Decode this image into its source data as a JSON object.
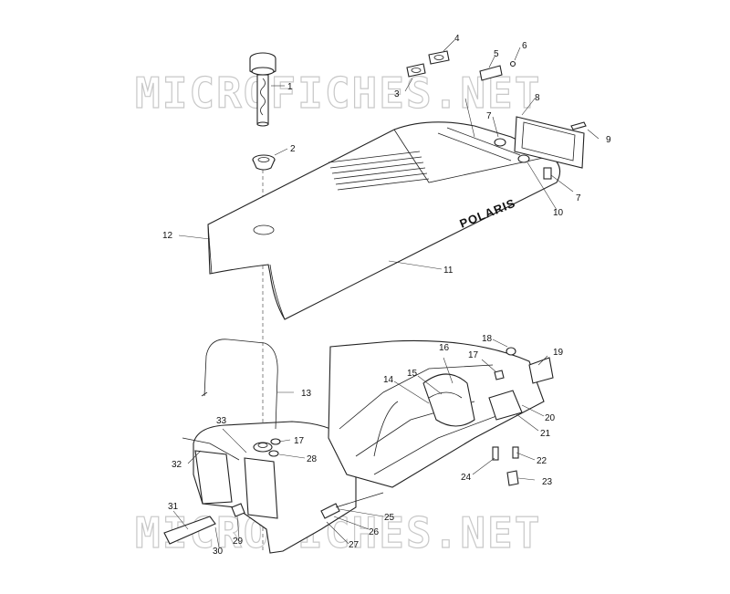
{
  "watermark": {
    "text": "MICROFICHES.NET"
  },
  "brand_label": "POLARIS",
  "callouts": {
    "c1": "1",
    "c2": "2",
    "c3": "3",
    "c4": "4",
    "c5": "5",
    "c6": "6",
    "c7a": "7",
    "c7b": "7",
    "c8": "8",
    "c9": "9",
    "c10": "10",
    "c11": "11",
    "c12": "12",
    "c13": "13",
    "c14": "14",
    "c15": "15",
    "c16": "16",
    "c17a": "17",
    "c17b": "17",
    "c18": "18",
    "c19": "19",
    "c20": "20",
    "c21": "21",
    "c22": "22",
    "c23": "23",
    "c24": "24",
    "c25": "25",
    "c26": "26",
    "c27": "27",
    "c28": "28",
    "c29": "29",
    "c30": "30",
    "c31": "31",
    "c32": "32",
    "c33": "33"
  }
}
